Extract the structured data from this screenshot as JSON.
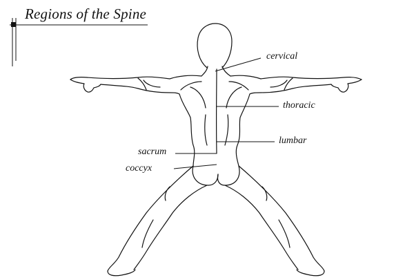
{
  "title": "Regions of the Spine",
  "regions": [
    {
      "id": "cervical",
      "label": "cervical"
    },
    {
      "id": "thoracic",
      "label": "thoracic"
    },
    {
      "id": "lumbar",
      "label": "lumbar"
    },
    {
      "id": "sacrum",
      "label": "sacrum"
    },
    {
      "id": "coccyx",
      "label": "coccyx"
    }
  ],
  "colors": {
    "ink": "#111111",
    "background": "#ffffff"
  }
}
